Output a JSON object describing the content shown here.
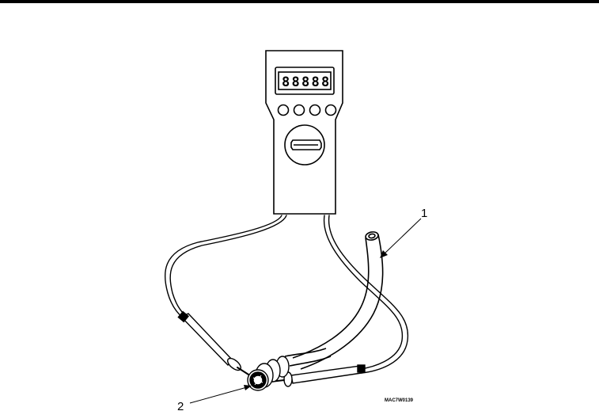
{
  "figure": {
    "callouts": [
      {
        "label": "1"
      },
      {
        "label": "2"
      }
    ],
    "figure_id": "MAC7W0139",
    "meter_display_glyph": "8",
    "meter_display_digits": 5,
    "meter_button_count": 4,
    "colors": {
      "ink": "#000000",
      "paper": "#ffffff"
    }
  }
}
